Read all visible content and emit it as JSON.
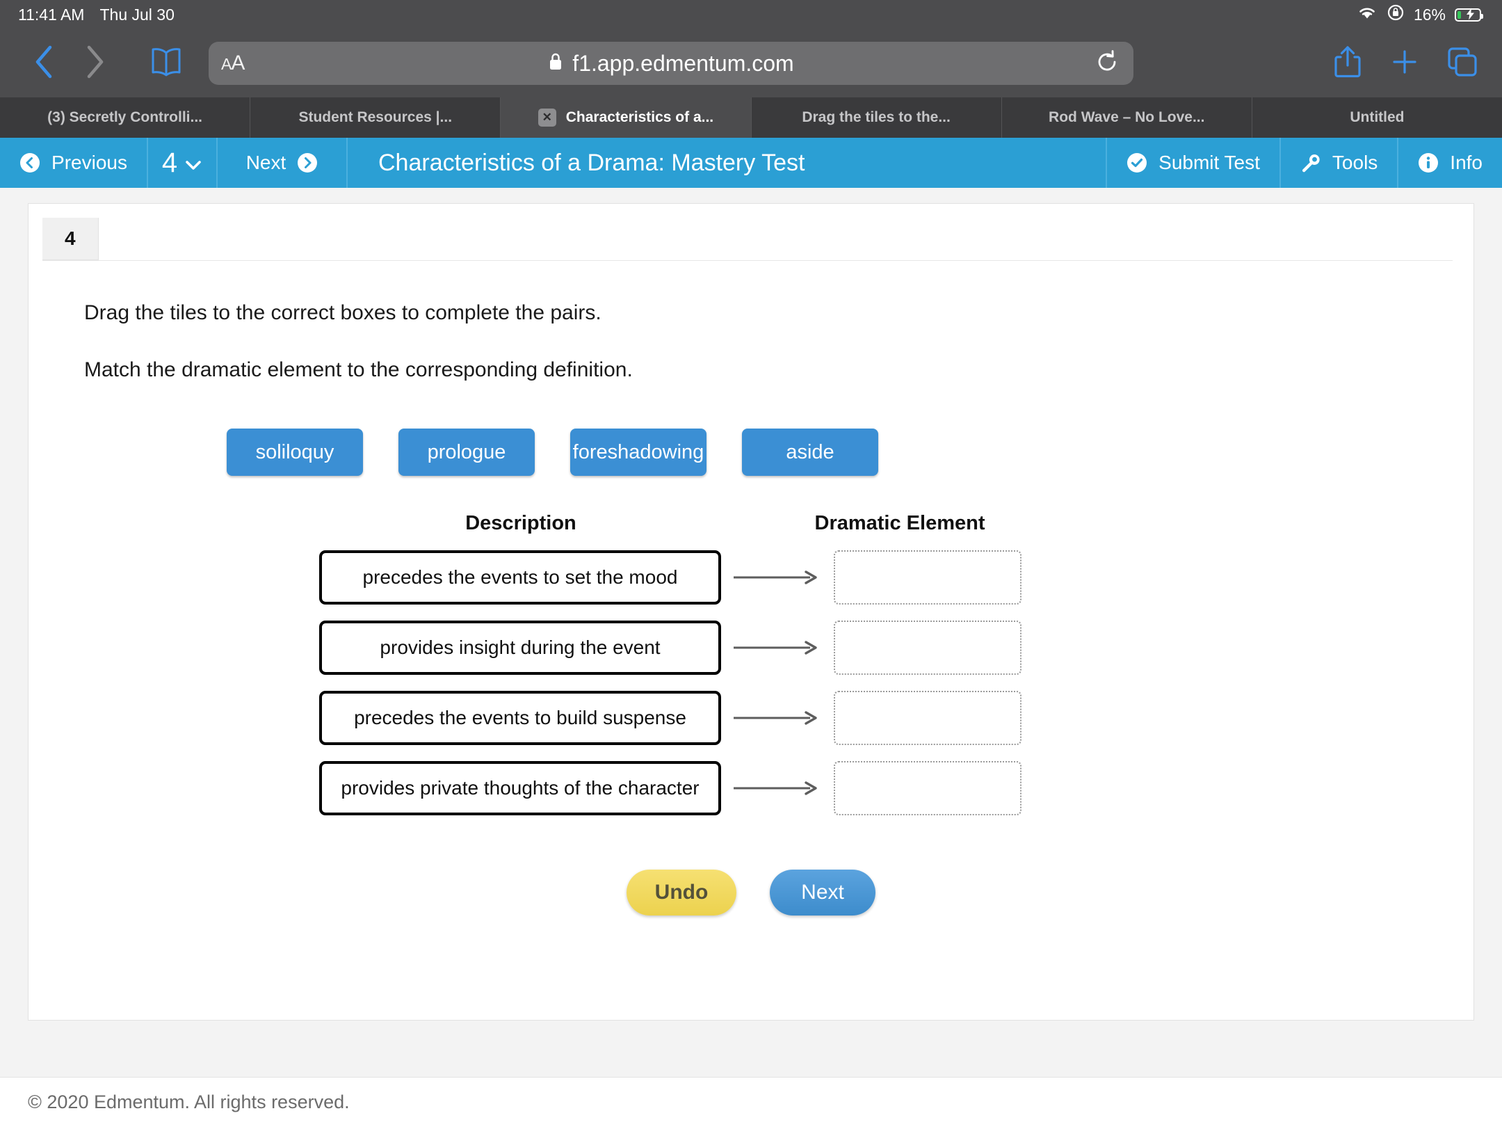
{
  "status_bar": {
    "time": "11:41 AM",
    "date": "Thu Jul 30",
    "wifi_icon": "wifi-icon",
    "rotation_lock_icon": "rotation-lock-icon",
    "battery_percent": "16%",
    "battery_level": 16,
    "battery_charging": true,
    "battery_color": "#35c759"
  },
  "browser": {
    "back_icon": "back-chevron-icon",
    "forward_icon": "forward-chevron-icon",
    "bookmarks_icon": "book-icon",
    "text_size_label_small": "A",
    "text_size_label_large": "A",
    "lock_icon": "lock-icon",
    "url": "f1.app.edmentum.com",
    "reload_icon": "reload-icon",
    "share_icon": "share-icon",
    "new_tab_icon": "plus-icon",
    "tabs_overview_icon": "tabs-icon",
    "accent_color": "#3b8fe8",
    "tabs": [
      {
        "title": "(3) Secretly Controlli...",
        "active": false,
        "closable": false
      },
      {
        "title": "Student Resources |...",
        "active": false,
        "closable": false
      },
      {
        "title": "Characteristics of a...",
        "active": true,
        "closable": true,
        "close_label": "✕"
      },
      {
        "title": "Drag the tiles to the...",
        "active": false,
        "closable": false
      },
      {
        "title": "Rod Wave – No Love...",
        "active": false,
        "closable": false
      },
      {
        "title": "Untitled",
        "active": false,
        "closable": false
      }
    ]
  },
  "app_nav": {
    "bar_color": "#2b9fd4",
    "previous_label": "Previous",
    "question_number": "4",
    "next_label": "Next",
    "title": "Characteristics of a Drama: Mastery Test",
    "submit_label": "Submit Test",
    "tools_label": "Tools",
    "info_label": "Info"
  },
  "question": {
    "number": "4",
    "instruction_1": "Drag the tiles to the correct boxes to complete the pairs.",
    "instruction_2": "Match the dramatic element to the corresponding definition.",
    "tiles": [
      {
        "label": "soliloquy"
      },
      {
        "label": "prologue"
      },
      {
        "label": "foreshadowing"
      },
      {
        "label": "aside"
      }
    ],
    "tile_color": "#3b8fd4",
    "column_headers": {
      "description": "Description",
      "dramatic_element": "Dramatic Element"
    },
    "rows": [
      {
        "description": "precedes the events to set the mood",
        "answer": ""
      },
      {
        "description": "provides insight during the event",
        "answer": ""
      },
      {
        "description": "precedes the events to build suspense",
        "answer": ""
      },
      {
        "description": "provides private thoughts of the character",
        "answer": ""
      }
    ],
    "undo_label": "Undo",
    "next_label": "Next"
  },
  "footer": {
    "copyright": "© 2020 Edmentum. All rights reserved."
  }
}
